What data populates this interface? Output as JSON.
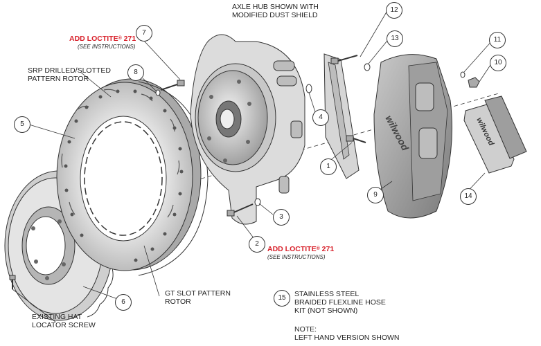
{
  "callouts": {
    "c1": "1",
    "c2": "2",
    "c3": "3",
    "c4": "4",
    "c5": "5",
    "c6": "6",
    "c7": "7",
    "c8": "8",
    "c9": "9",
    "c10": "10",
    "c11": "11",
    "c12": "12",
    "c13": "13",
    "c14": "14",
    "c15": "15"
  },
  "labels": {
    "axle_hub": "AXLE HUB SHOWN WITH\nMODIFIED DUST SHIELD",
    "srp_rotor": "SRP DRILLED/SLOTTED\nPATTERN ROTOR",
    "gt_slot_rotor": "GT SLOT PATTERN\nROTOR",
    "hat_screw": "EXISTING HAT\nLOCATOR SCREW",
    "flexline": "STAINLESS STEEL\nBRAIDED FLEXLINE HOSE\nKIT (NOT SHOWN)",
    "note": "NOTE:\nLEFT HAND VERSION SHOWN"
  },
  "loctite_top": {
    "text": "ADD LOCTITE",
    "reg": "®",
    "num": " 271",
    "sub": "(SEE INSTRUCTIONS)"
  },
  "loctite_bottom": {
    "text": "ADD LOCTITE",
    "reg": "®",
    "num": " 271",
    "sub": "(SEE INSTRUCTIONS)"
  },
  "logos": {
    "caliper": "wilwood",
    "pad": "wilwood"
  }
}
